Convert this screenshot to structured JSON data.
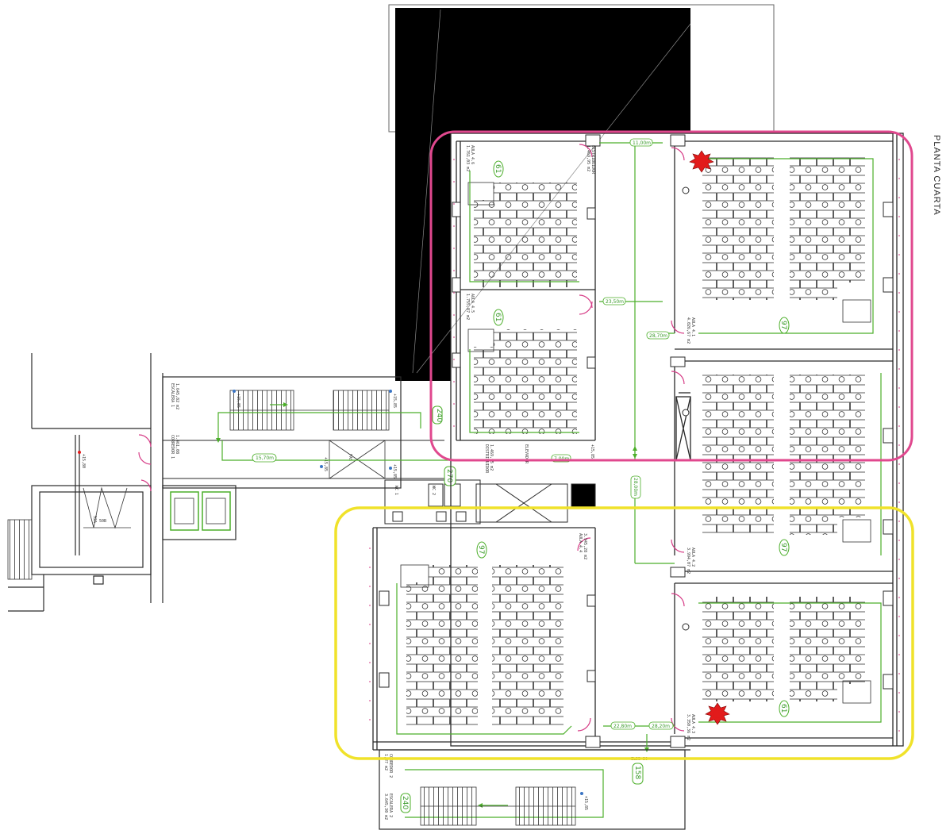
{
  "plan": {
    "floor_label": "PLANTA CUARTA",
    "colors": {
      "wall": "#2a2a2a",
      "route": "#4caf2a",
      "zone_upper": "#e0488e",
      "zone_lower": "#f0e22a",
      "alarm": "#e21b1b",
      "sprinkler": "#3a74c4",
      "door_pink": "#d63b86"
    },
    "occupancy": {
      "aula_46": "61",
      "aula_45": "61",
      "aula_41": "97",
      "aula_42": "97",
      "aula_44": "97",
      "aula_43": "61",
      "escalera_1": "240",
      "escalera_2": "240",
      "pasillo_a": "270",
      "pasillo_b": "158"
    },
    "distances": {
      "d1": "11,00m",
      "d2": "23,50m",
      "d3": "28,70m",
      "d4": "15,70m",
      "d5": "7,00m",
      "d6": "28,00m",
      "d7": "22,80m",
      "d8": "28,20m"
    },
    "rooms": {
      "aula_46": "AULA 4.6",
      "aula_46_area": "1.761,03 m2",
      "aula_45": "AULA 4.5",
      "aula_45_area": "1.755,87 m2",
      "aula_41": "AULA 4.1",
      "aula_41_area": "4.026,67 m2",
      "aula_42": "AULA 4.2",
      "aula_42_area": "3.994,07 m2",
      "aula_44": "AULA 4.4",
      "aula_44_area": "3.945,28 m2",
      "aula_43": "AULA 4.3",
      "aula_43_area": "3.350,36 m2",
      "distribuidor": "DISTRIBUIDOR",
      "distribuidor_area": "1.469,95 m2",
      "escalera_1": "ESCALERA 1",
      "escalera_1_area": "1.645,82 m2",
      "corredor_1": "CORREDOR 1",
      "corredor_1_area": "1.461,08",
      "escalera_2": "ESCALERA 2",
      "escalera_2_area": "3.645,30 m2",
      "corredor_2": "CORREDOR 2",
      "corredor_2_area": "1,27 m2",
      "wc1": "WC 1",
      "wc2": "WC 2",
      "level_a": "+15,85",
      "level_b": "+15,85",
      "level_c": "+15,85",
      "level_d": "+15,85",
      "level_e": "+15,80",
      "zone_a": "52A",
      "zone_b": "50B",
      "pas_label": "PAS",
      "elevator_label": "ELEVADOR",
      "ref_code": "EL3B-30"
    }
  }
}
